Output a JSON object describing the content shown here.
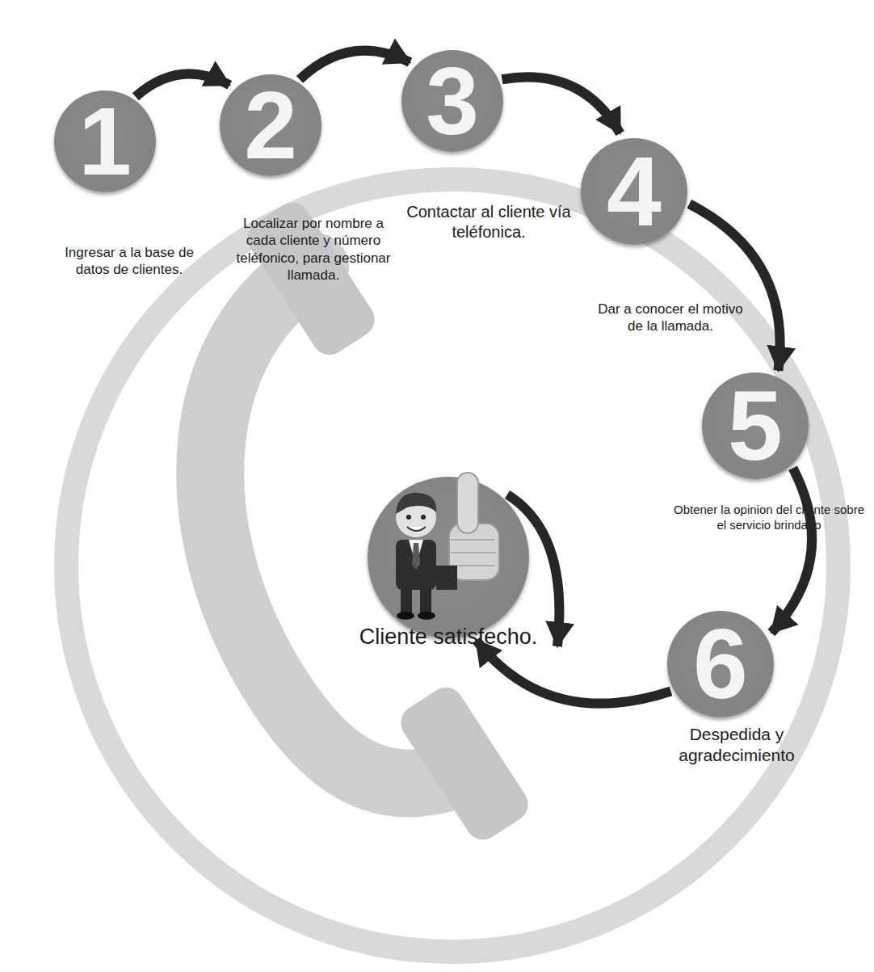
{
  "diagram": {
    "nodes": [
      {
        "text": [
          "1",
          "Ingresar a la base de datos de clientes."
        ]
      },
      {
        "text": [
          "2",
          "Localizar por nombre a cada cliente y número teléfonico, para gestionar llamada."
        ]
      },
      {
        "text": [
          "3",
          "Contactar al cliente vía teléfonica."
        ]
      },
      {
        "text": [
          "4",
          "Dar a conocer el motivo de la llamada."
        ]
      },
      {
        "text": [
          "5",
          "Obtener la opinion del cliente sobre el servicio brindado"
        ]
      },
      {
        "text": [
          "6",
          "Despedida y agradecimiento"
        ]
      },
      {
        "text": [
          "Cliente satisfecho."
        ]
      }
    ],
    "edges": [
      {
        "from": 0,
        "to": 1,
        "arrow": "to"
      },
      {
        "from": 1,
        "to": 2,
        "arrow": "to"
      },
      {
        "from": 2,
        "to": 3,
        "arrow": "to"
      },
      {
        "from": 3,
        "to": 4,
        "arrow": "to"
      },
      {
        "from": 4,
        "to": 5,
        "arrow": "to"
      },
      {
        "from": 5,
        "to": 6,
        "arrow": "to"
      }
    ]
  }
}
